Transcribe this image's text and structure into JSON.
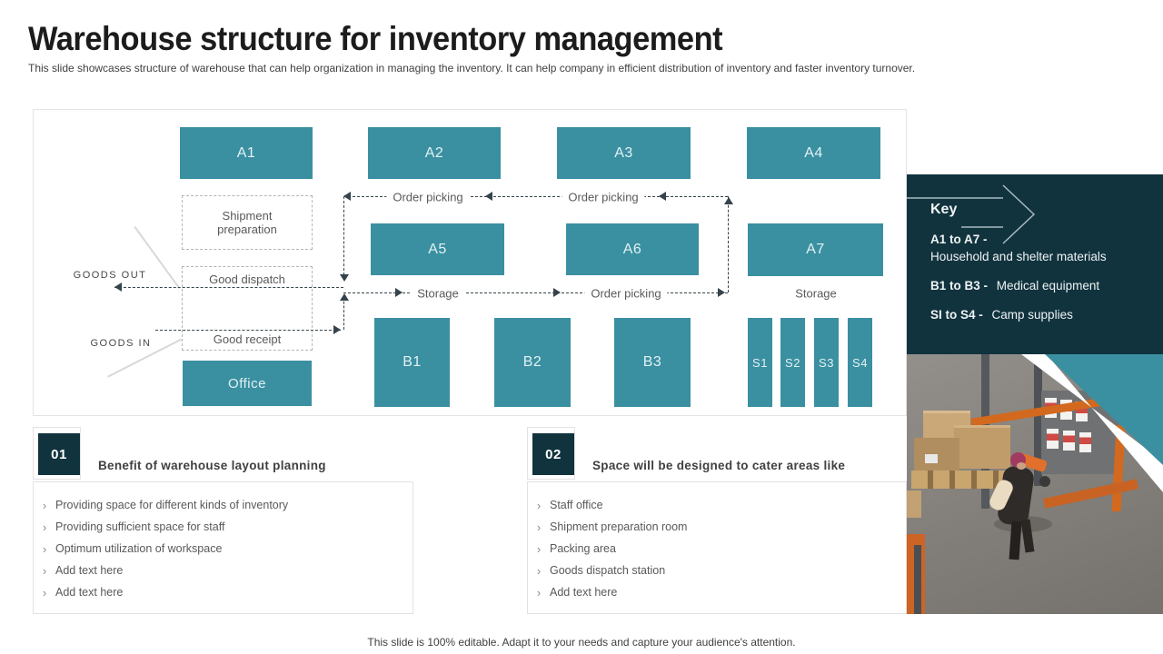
{
  "slide": {
    "title": "Warehouse structure for inventory management",
    "subtitle": "This slide showcases structure of warehouse that can help organization in managing the inventory.  It can help company in efficient distribution of inventory and faster inventory turnover.",
    "footer": "This slide is 100% editable. Adapt it to your needs and capture your audience's attention."
  },
  "colors": {
    "teal": "#3a90a1",
    "dark_navy": "#11333e",
    "arrow": "#35434b"
  },
  "diagram": {
    "zones": [
      "A1",
      "A2",
      "A3",
      "A4",
      "A5",
      "A6",
      "A7",
      "B1",
      "B2",
      "B3",
      "S1",
      "S2",
      "S3",
      "S4",
      "Office"
    ],
    "rooms": {
      "shipment": "Shipment preparation",
      "dispatch": "Good dispatch",
      "receipt": "Good receipt"
    },
    "flow": {
      "order_picking": "Order picking",
      "storage": "Storage",
      "goods_out": "GOODS OUT",
      "goods_in": "GOODS IN"
    }
  },
  "key": {
    "title": "Key",
    "entries": [
      {
        "range": "A1 to A7 -",
        "desc": "Household and shelter materials"
      },
      {
        "range": "B1 to B3 -",
        "desc": "Medical equipment"
      },
      {
        "range": "SI to S4 -",
        "desc": "Camp supplies"
      }
    ]
  },
  "sections": [
    {
      "number": "01",
      "heading": "Benefit of warehouse layout planning",
      "bullets": [
        "Providing space for different kinds of inventory",
        "Providing sufficient space for staff",
        "Optimum utilization of workspace",
        "Add text here",
        "Add text here"
      ]
    },
    {
      "number": "02",
      "heading": "Space will be designed to cater areas like",
      "bullets": [
        "Staff office",
        "Shipment preparation room",
        "Packing area",
        "Goods dispatch station",
        "Add text here"
      ]
    }
  ],
  "ui": {
    "bullet_marker": "›"
  }
}
